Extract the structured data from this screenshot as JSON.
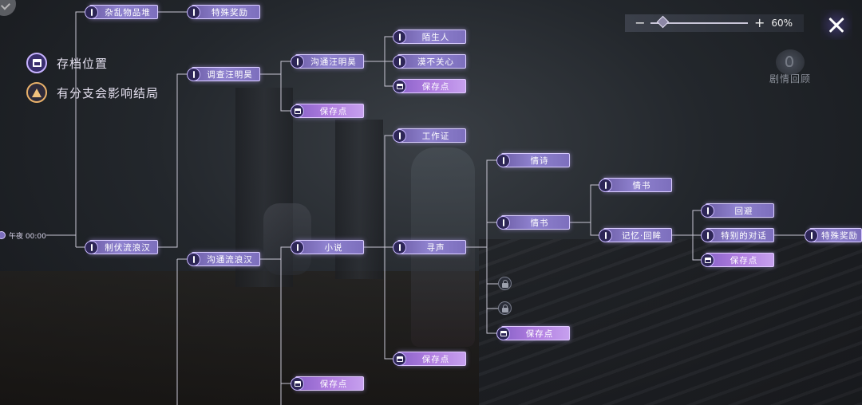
{
  "start": {
    "label": "午夜 00:00"
  },
  "legend": [
    {
      "icon": "save-slot-icon",
      "label": "存档位置"
    },
    {
      "icon": "branch-influence-icon",
      "label": "有分支会影响结局"
    }
  ],
  "zoom": {
    "minus": "−",
    "plus": "+",
    "value": "60%",
    "level": 0.6
  },
  "review": {
    "label": "剧情回顾"
  },
  "nodes": {
    "n1": "杂乱物品堆",
    "n2": "特殊奖励",
    "n3": "调查汪明昊",
    "n4": "沟通汪明昊",
    "n5": "陌生人",
    "n6": "漠不关心",
    "n7": "保存点",
    "n8": "保存点",
    "n9": "工作证",
    "n10": "制伏流浪汉",
    "n11": "沟通流浪汉",
    "n12": "小说",
    "n13": "寻声",
    "n14": "情诗",
    "n15": "情书",
    "n16": "保存点",
    "n17": "保存点",
    "n18": "保存点",
    "n19": "情书",
    "n20": "记忆·回眸",
    "n21": "回避",
    "n22": "特别的对话",
    "n23": "保存点",
    "n24": "特殊奖励"
  },
  "colors": {
    "node_fill": "#8f82cf",
    "node_border": "#d9ccff",
    "save_fill": "#b07de0",
    "line": "#c8c6d4"
  }
}
